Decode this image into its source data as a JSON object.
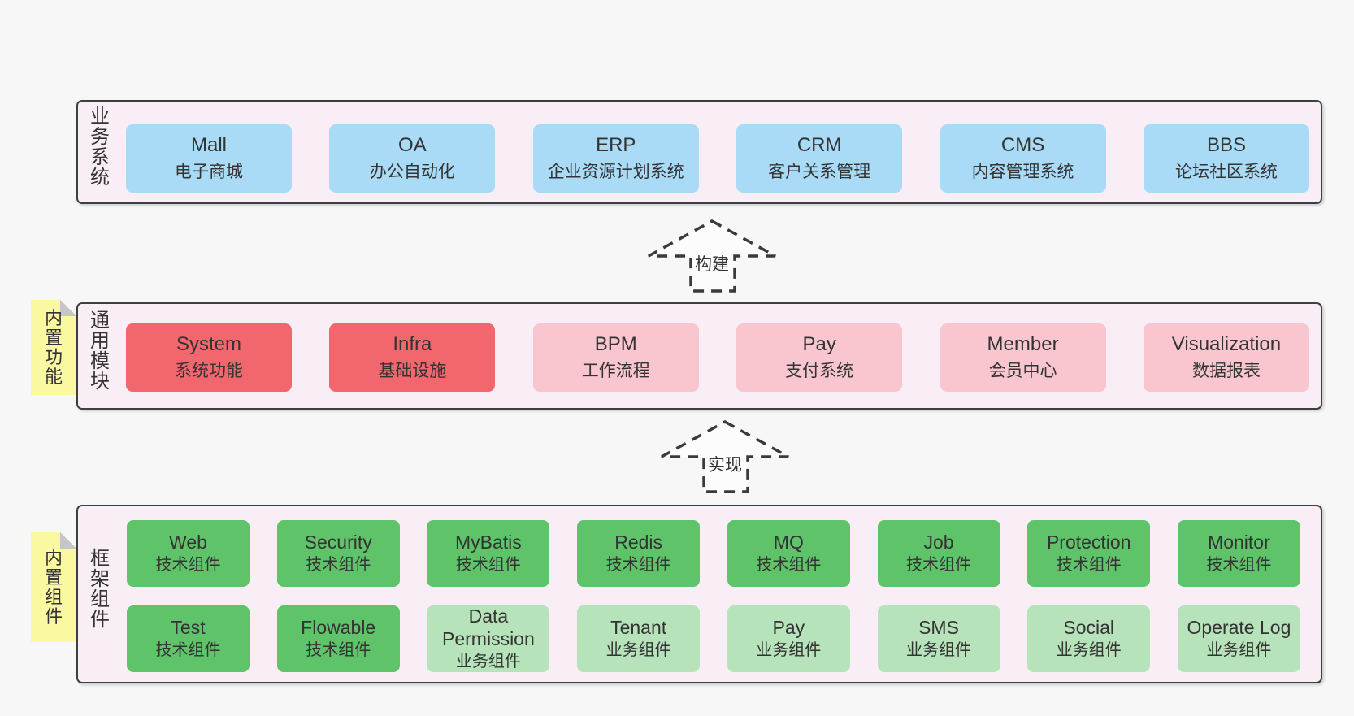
{
  "layers": [
    {
      "label": "业务系统",
      "boxes": [
        {
          "name": "Mall",
          "desc": "电子商城"
        },
        {
          "name": "OA",
          "desc": "办公自动化"
        },
        {
          "name": "ERP",
          "desc": "企业资源计划系统"
        },
        {
          "name": "CRM",
          "desc": "客户关系管理"
        },
        {
          "name": "CMS",
          "desc": "内容管理系统"
        },
        {
          "name": "BBS",
          "desc": "论坛社区系统"
        }
      ]
    },
    {
      "label": "通用模块",
      "note": "内置功能",
      "boxes": [
        {
          "name": "System",
          "desc": "系统功能"
        },
        {
          "name": "Infra",
          "desc": "基础设施"
        },
        {
          "name": "BPM",
          "desc": "工作流程"
        },
        {
          "name": "Pay",
          "desc": "支付系统"
        },
        {
          "name": "Member",
          "desc": "会员中心"
        },
        {
          "name": "Visualization",
          "desc": "数据报表"
        }
      ]
    },
    {
      "label": "框架组件",
      "note": "内置组件",
      "rows": [
        [
          {
            "name": "Web",
            "desc": "技术组件"
          },
          {
            "name": "Security",
            "desc": "技术组件"
          },
          {
            "name": "MyBatis",
            "desc": "技术组件"
          },
          {
            "name": "Redis",
            "desc": "技术组件"
          },
          {
            "name": "MQ",
            "desc": "技术组件"
          },
          {
            "name": "Job",
            "desc": "技术组件"
          },
          {
            "name": "Protection",
            "desc": "技术组件"
          },
          {
            "name": "Monitor",
            "desc": "技术组件"
          }
        ],
        [
          {
            "name": "Test",
            "desc": "技术组件"
          },
          {
            "name": "Flowable",
            "desc": "技术组件"
          },
          {
            "name": "Data Permission",
            "desc": "业务组件"
          },
          {
            "name": "Tenant",
            "desc": "业务组件"
          },
          {
            "name": "Pay",
            "desc": "业务组件"
          },
          {
            "name": "SMS",
            "desc": "业务组件"
          },
          {
            "name": "Social",
            "desc": "业务组件"
          },
          {
            "name": "Operate Log",
            "desc": "业务组件"
          }
        ]
      ]
    }
  ],
  "arrows": [
    {
      "label": "构建"
    },
    {
      "label": "实现"
    }
  ],
  "colors": {
    "background": "#f7f7f7",
    "container_fill": "#f9eef6",
    "container_border": "#3f3f3f",
    "blue": "#a9dbf6",
    "red": "#f1676d",
    "pink": "#f9c6d0",
    "green": "#5fc369",
    "light_green": "#b7e3bb",
    "sticky_yellow": "#fbf8a2",
    "text": "#333333"
  }
}
